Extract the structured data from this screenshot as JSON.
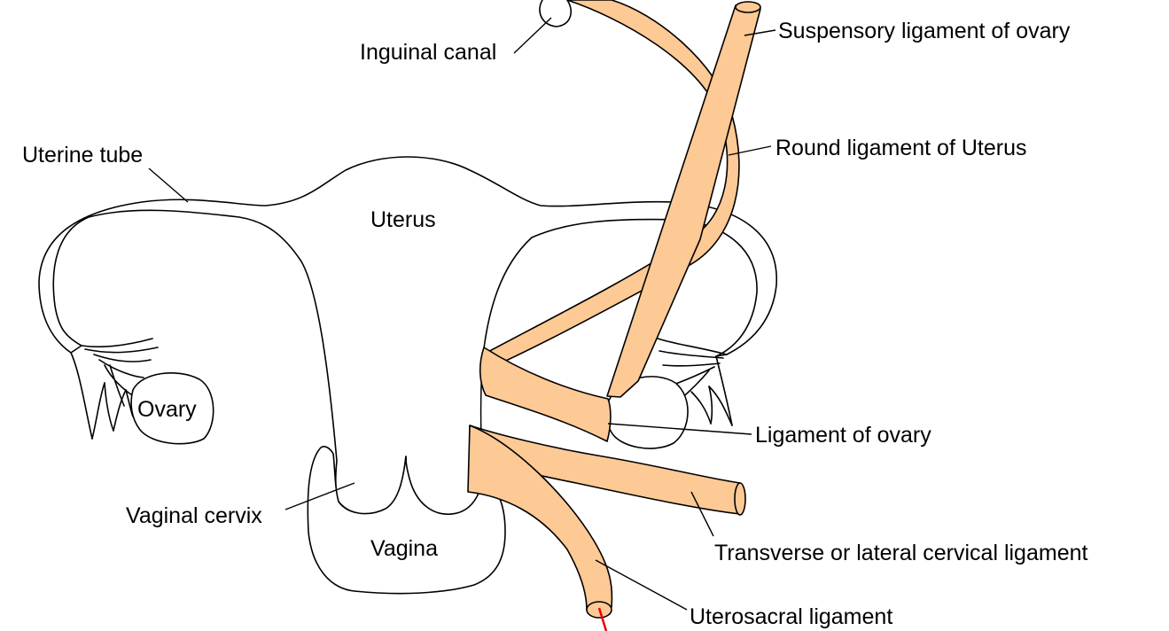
{
  "colors": {
    "ligament_fill": "#fdc994",
    "outline": "#000000",
    "marker": "#e8000b"
  },
  "labels": {
    "inguinal_canal": "Inguinal canal",
    "suspensory_ligament": "Suspensory ligament of ovary",
    "uterine_tube": "Uterine tube",
    "uterus": "Uterus",
    "round_ligament": "Round ligament of Uterus",
    "ovary": "Ovary",
    "ligament_of_ovary": "Ligament of ovary",
    "vaginal_cervix": "Vaginal cervix",
    "vagina": "Vagina",
    "transverse_ligament": "Transverse or lateral cervical ligament",
    "uterosacral_ligament": "Uterosacral ligament"
  }
}
